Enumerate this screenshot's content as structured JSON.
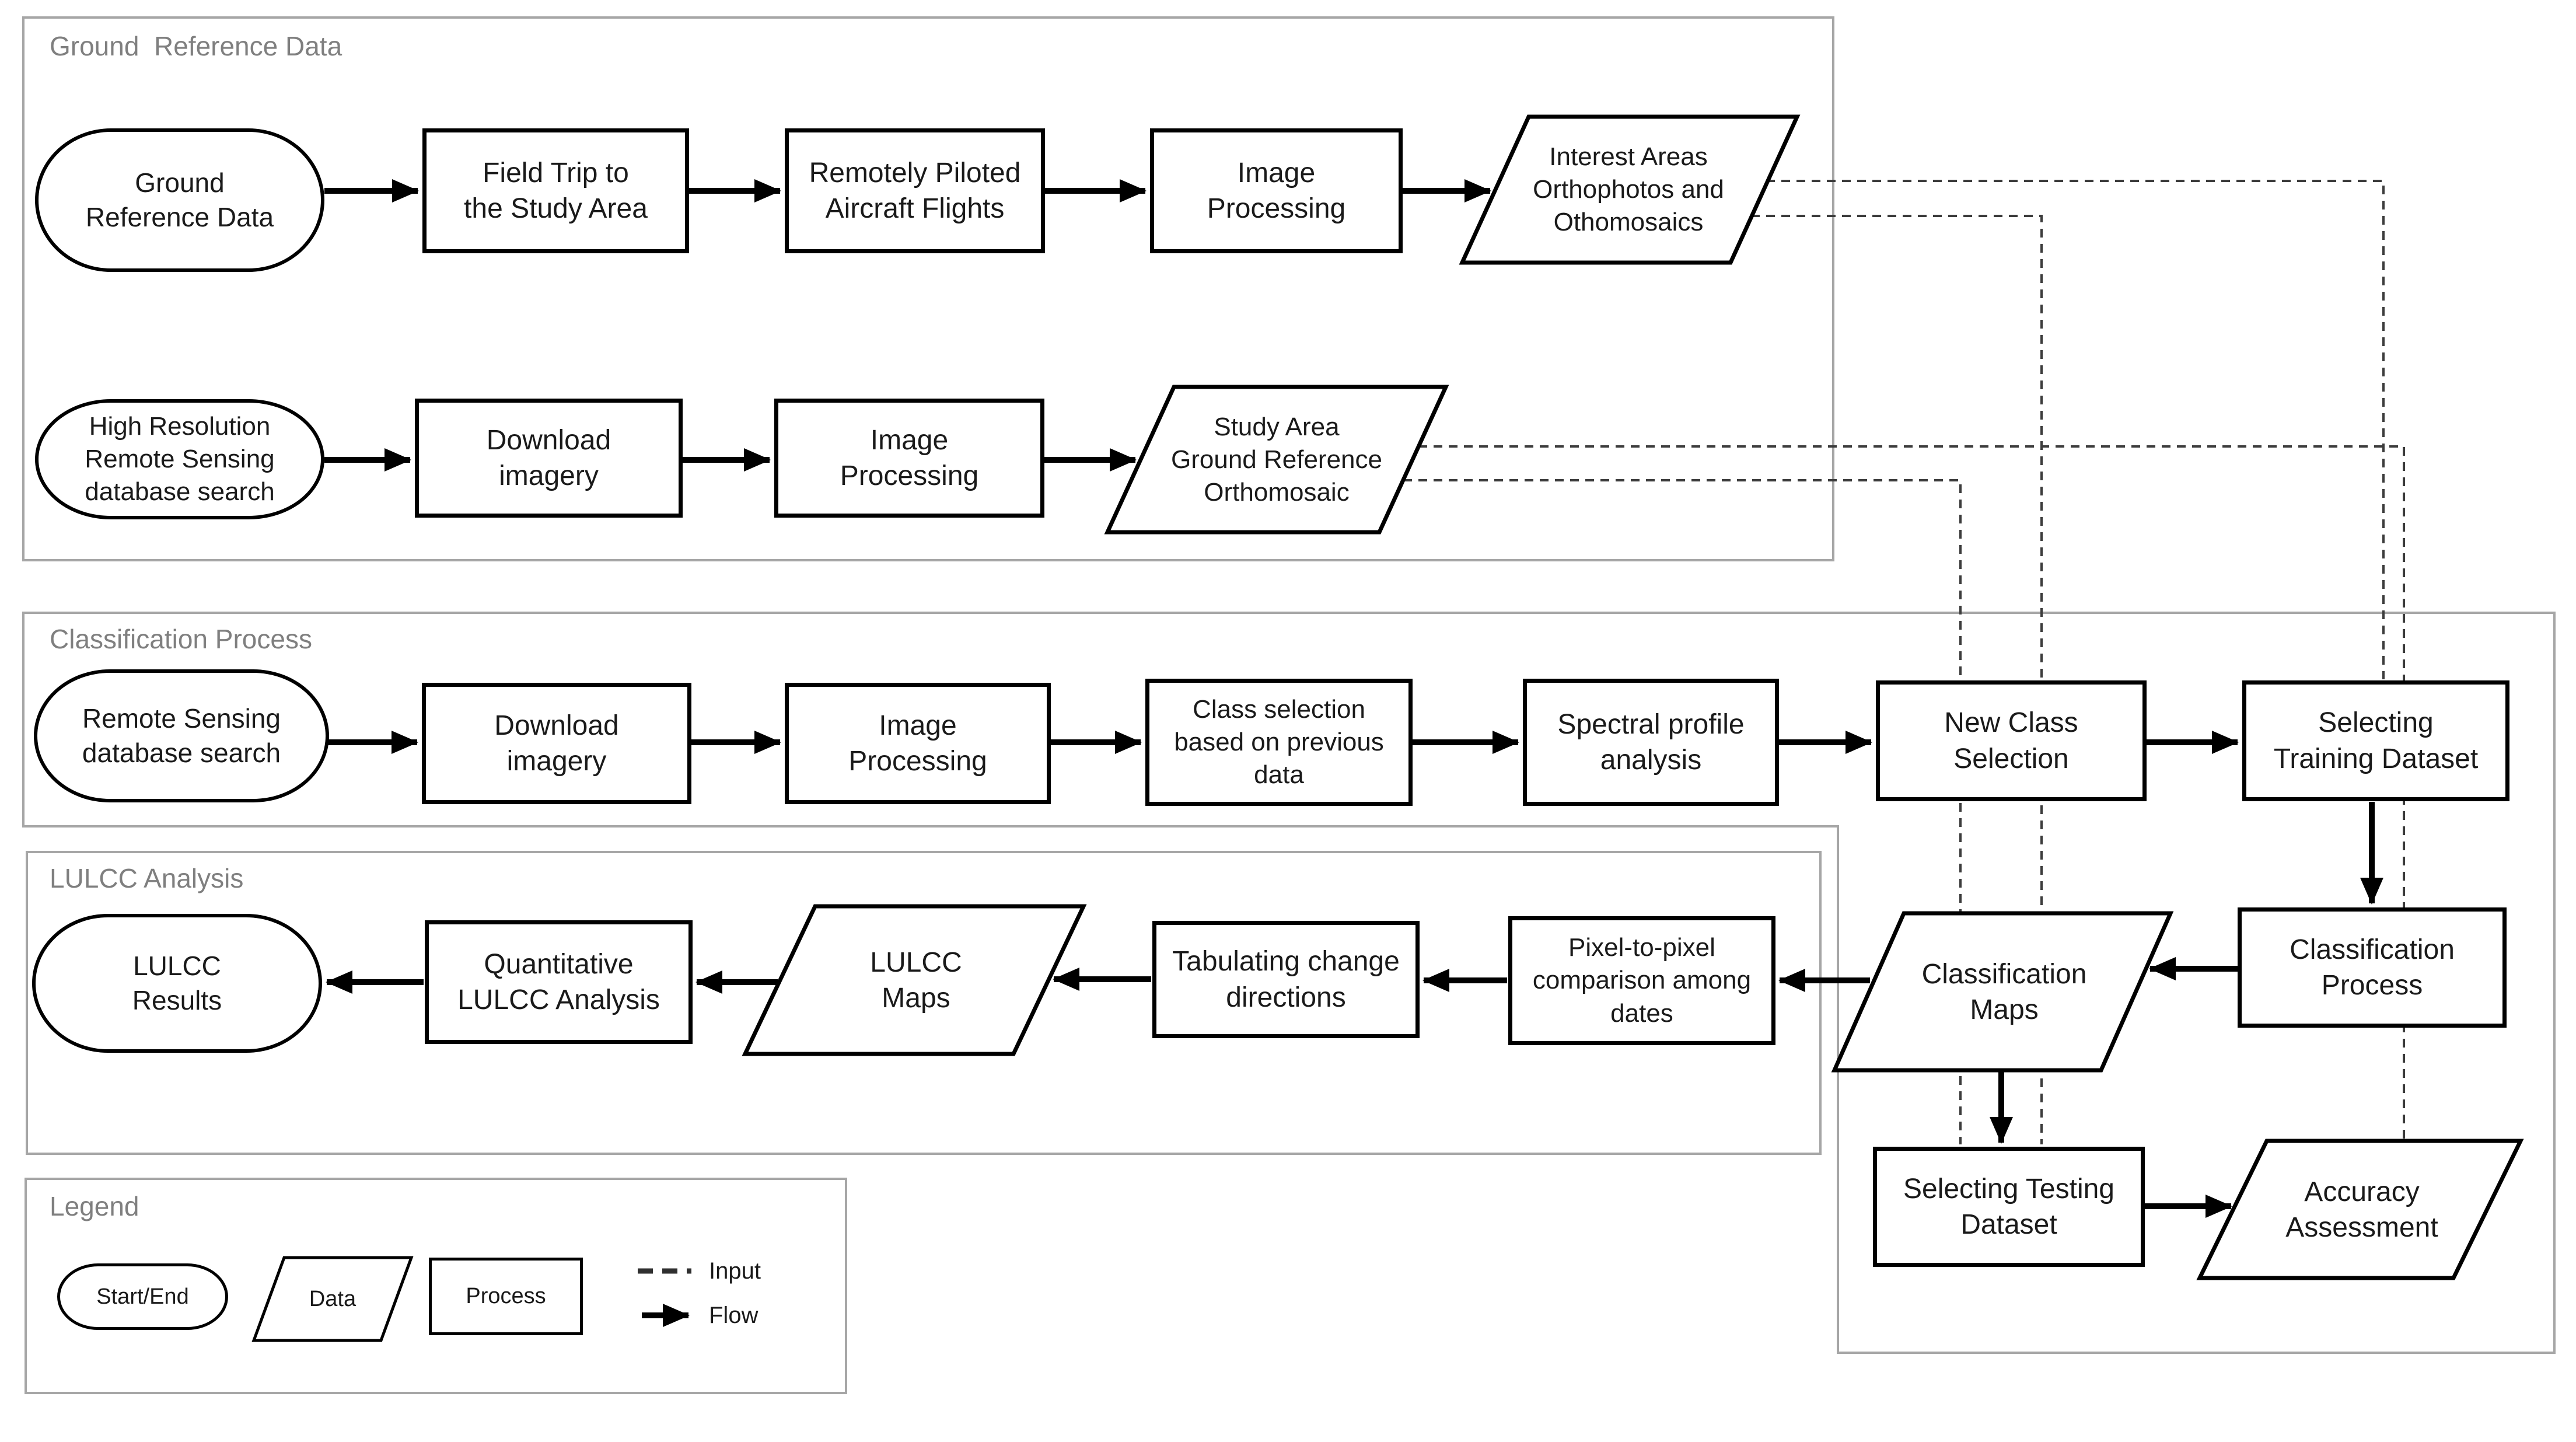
{
  "sections": {
    "ground_reference": {
      "label": "Ground  Reference Data"
    },
    "classification": {
      "label": "Classification Process"
    },
    "lulcc": {
      "label": "LULCC Analysis"
    },
    "legend": {
      "label": "Legend"
    }
  },
  "nodes": {
    "ground_reference_data": "Ground\nReference Data",
    "field_trip": "Field Trip to\nthe Study Area",
    "rpa_flights": "Remotely Piloted\nAircraft Flights",
    "image_processing_1": "Image\nProcessing",
    "interest_areas": "Interest Areas\nOrthophotos  and\nOthomosaics",
    "high_res_search": "High Resolution\nRemote Sensing\ndatabase search",
    "download_imagery_1": "Download\nimagery",
    "image_processing_2": "Image\nProcessing",
    "study_area_ortho": "Study Area\nGround  Reference\nOrthomosaic",
    "remote_sensing_search": "Remote  Sensing\ndatabase search",
    "download_imagery_2": "Download\nimagery",
    "image_processing_3": "Image\nProcessing",
    "class_selection": "Class selection\nbased on previous\ndata",
    "spectral_profile": "Spectral profile\nanalysis",
    "new_class_selection": "New Class\nSelection",
    "selecting_training": "Selecting\nTraining Dataset",
    "classification_process": "Classification\nProcess",
    "classification_maps": "Classification\nMaps",
    "selecting_testing": "Selecting Testing\nDataset",
    "accuracy_assessment": "Accuracy\nAssessment",
    "lulcc_results": "LULCC\nResults",
    "quantitative_lulcc": "Quantitative\nLULCC Analysis",
    "lulcc_maps": "LULCC\nMaps",
    "tabulating_change": "Tabulating change\ndirections",
    "pixel_comparison": "Pixel-to-pixel\ncomparison among\ndates"
  },
  "legend": {
    "start_end": "Start/End",
    "data": "Data",
    "process": "Process",
    "input": "Input",
    "flow": "Flow"
  },
  "colors": {
    "node_border": "#000000",
    "section_border": "#a6a6a6",
    "section_label": "#7f7f7f",
    "dashed_input": "#3c3c3c",
    "background": "#ffffff"
  }
}
